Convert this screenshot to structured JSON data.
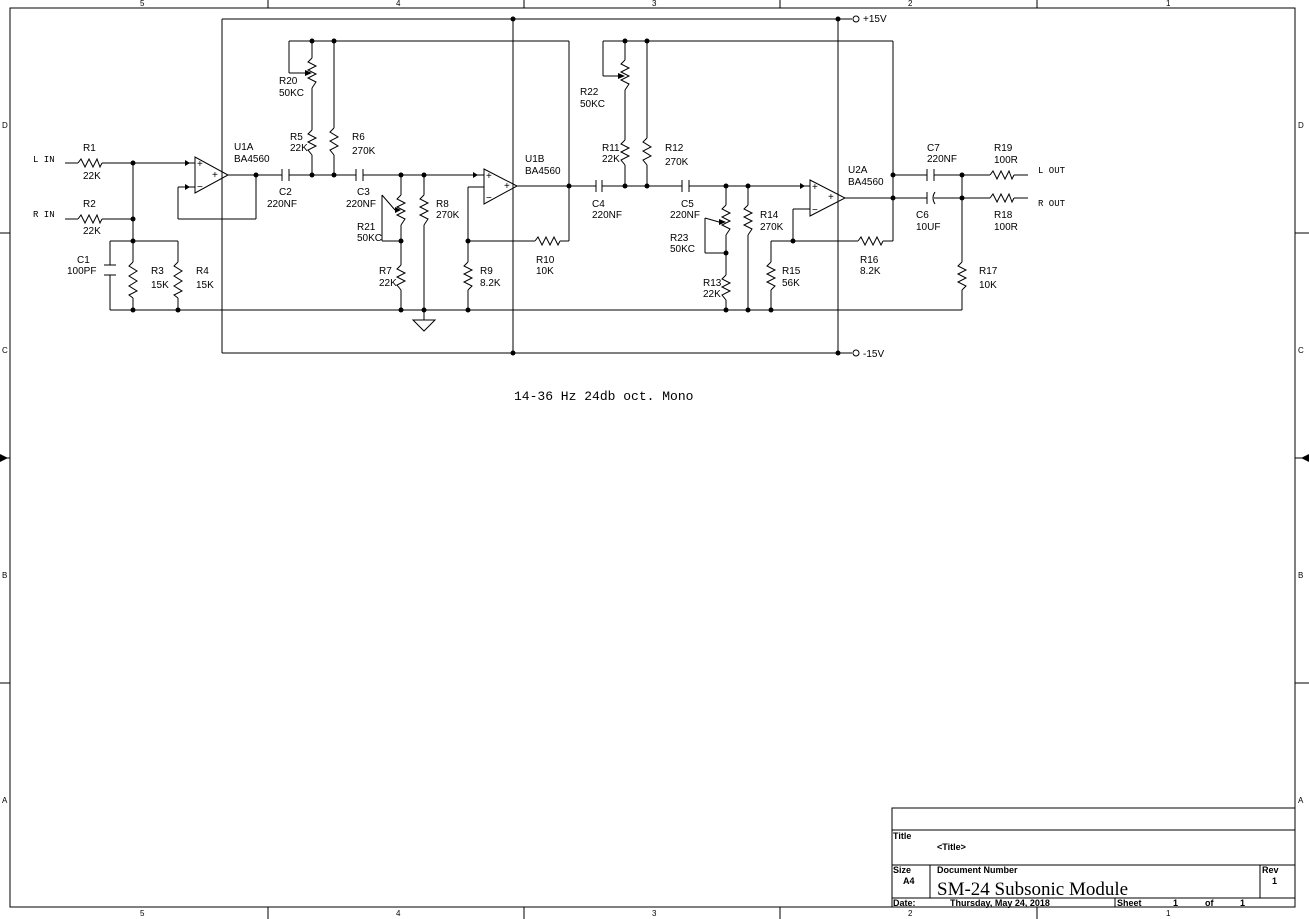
{
  "border": {
    "columns": [
      "5",
      "4",
      "3",
      "2",
      "1"
    ],
    "rows": [
      "D",
      "C",
      "B",
      "A"
    ]
  },
  "rails": {
    "pos": "+15V",
    "neg": "-15V"
  },
  "ports": {
    "l_in": "L IN",
    "r_in": "R IN",
    "l_out": "L OUT",
    "r_out": "R OUT"
  },
  "parts": [
    {
      "ref": "R1",
      "value": "22K"
    },
    {
      "ref": "R2",
      "value": "22K"
    },
    {
      "ref": "C1",
      "value": "100PF"
    },
    {
      "ref": "R3",
      "value": "15K"
    },
    {
      "ref": "R4",
      "value": "15K"
    },
    {
      "ref": "U1A",
      "value": "BA4560"
    },
    {
      "ref": "C2",
      "value": "220NF"
    },
    {
      "ref": "R20",
      "value": "50KC"
    },
    {
      "ref": "R5",
      "value": "22K"
    },
    {
      "ref": "R6",
      "value": "270K"
    },
    {
      "ref": "C3",
      "value": "220NF"
    },
    {
      "ref": "R21",
      "value": "50KC"
    },
    {
      "ref": "R7",
      "value": "22K"
    },
    {
      "ref": "R8",
      "value": "270K"
    },
    {
      "ref": "R9",
      "value": "8.2K"
    },
    {
      "ref": "U1B",
      "value": "BA4560"
    },
    {
      "ref": "R10",
      "value": "10K"
    },
    {
      "ref": "C4",
      "value": "220NF"
    },
    {
      "ref": "R22",
      "value": "50KC"
    },
    {
      "ref": "R11",
      "value": "22K"
    },
    {
      "ref": "R12",
      "value": "270K"
    },
    {
      "ref": "C5",
      "value": "220NF"
    },
    {
      "ref": "R23",
      "value": "50KC"
    },
    {
      "ref": "R13",
      "value": "22K"
    },
    {
      "ref": "R14",
      "value": "270K"
    },
    {
      "ref": "R15",
      "value": "56K"
    },
    {
      "ref": "U2A",
      "value": "BA4560"
    },
    {
      "ref": "R16",
      "value": "8.2K"
    },
    {
      "ref": "R17",
      "value": "10K"
    },
    {
      "ref": "C7",
      "value": "220NF"
    },
    {
      "ref": "C6",
      "value": "10UF"
    },
    {
      "ref": "R19",
      "value": "100R"
    },
    {
      "ref": "R18",
      "value": "100R"
    }
  ],
  "note": "14-36 Hz 24db oct. Mono",
  "title_block": {
    "title_label": "Title",
    "title_value": "<Title>",
    "size_label": "Size",
    "size_value": "A4",
    "docnum_label": "Document Number",
    "docnum_value": "SM-24 Subsonic Module",
    "rev_label": "Rev",
    "rev_value": "1",
    "date_label": "Date:",
    "date_value": "Thursday, May 24, 2018",
    "sheet_label": "Sheet",
    "sheet_num": "1",
    "of_label": "of",
    "sheet_total": "1"
  }
}
